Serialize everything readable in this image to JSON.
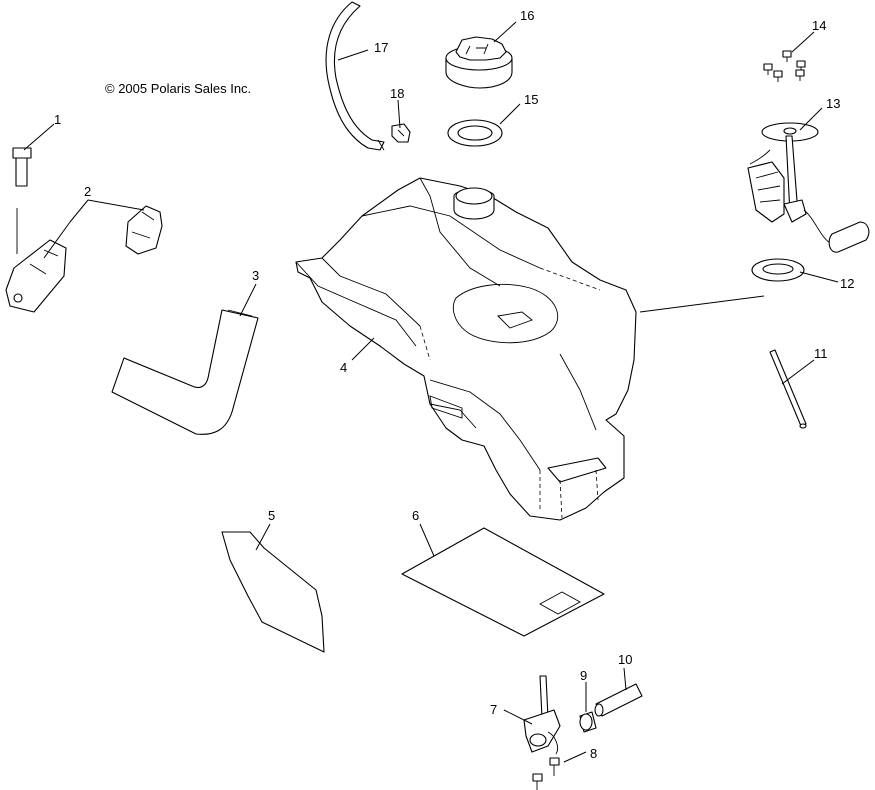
{
  "copyright": "© 2005 Polaris Sales Inc.",
  "callouts": [
    {
      "id": "1",
      "label": "1"
    },
    {
      "id": "2",
      "label": "2"
    },
    {
      "id": "3",
      "label": "3"
    },
    {
      "id": "4",
      "label": "4"
    },
    {
      "id": "5",
      "label": "5"
    },
    {
      "id": "6",
      "label": "6"
    },
    {
      "id": "7",
      "label": "7"
    },
    {
      "id": "8",
      "label": "8"
    },
    {
      "id": "9",
      "label": "9"
    },
    {
      "id": "10",
      "label": "10"
    },
    {
      "id": "11",
      "label": "11"
    },
    {
      "id": "12",
      "label": "12"
    },
    {
      "id": "13",
      "label": "13"
    },
    {
      "id": "14",
      "label": "14"
    },
    {
      "id": "15",
      "label": "15"
    },
    {
      "id": "16",
      "label": "16"
    },
    {
      "id": "17",
      "label": "17"
    },
    {
      "id": "18",
      "label": "18"
    }
  ],
  "colors": {
    "line": "#000000",
    "background": "#ffffff"
  }
}
